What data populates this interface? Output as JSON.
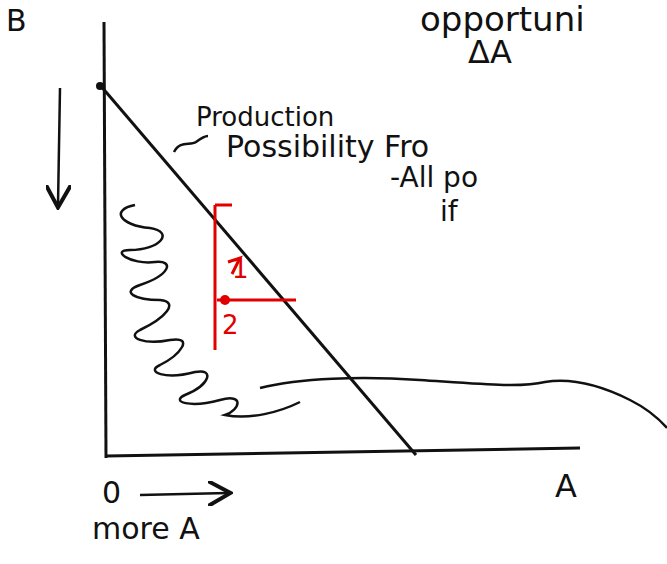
{
  "diagram": {
    "labels": [
      "B",
      "opportuni",
      "ΔA",
      "Production",
      "Possibility Fro",
      "-All po",
      "if",
      "0",
      "more A",
      "A",
      "1",
      "2"
    ]
  }
}
